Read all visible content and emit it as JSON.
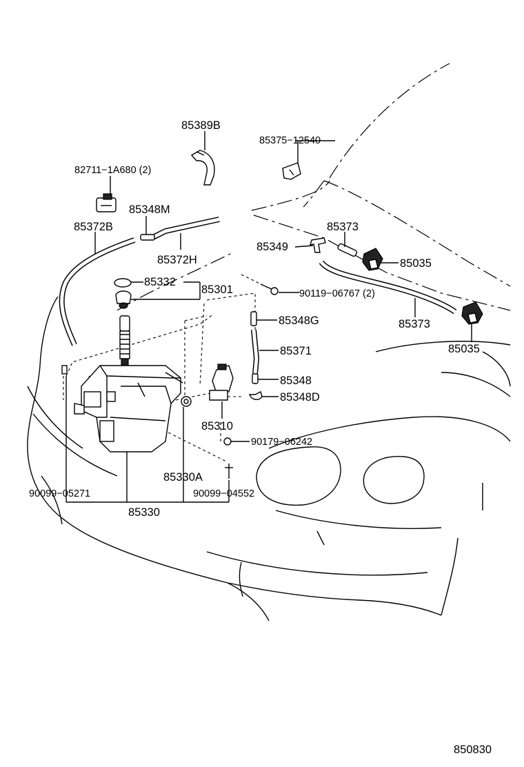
{
  "parts": {
    "p85389B": "85389B",
    "p85375": "85375−12540",
    "p82711": "82711−1A680 (2)",
    "p85348M": "85348M",
    "p85372B": "85372B",
    "p85373_top": "85373",
    "p85349": "85349",
    "p85035_top": "85035",
    "p85372H": "85372H",
    "p85332": "85332",
    "p85301": "85301",
    "p90119": "90119−06767 (2)",
    "p85348G": "85348G",
    "p85373_bot": "85373",
    "p85035_bot": "85035",
    "p85371": "85371",
    "p85348": "85348",
    "p85348D": "85348D",
    "p85310": "85310",
    "p90179": "90179−06242",
    "p85330A": "85330A",
    "p90099_05271": "90099−05271",
    "p90099_04552": "90099−04552",
    "p85330": "85330"
  },
  "diagram_id": "850830"
}
